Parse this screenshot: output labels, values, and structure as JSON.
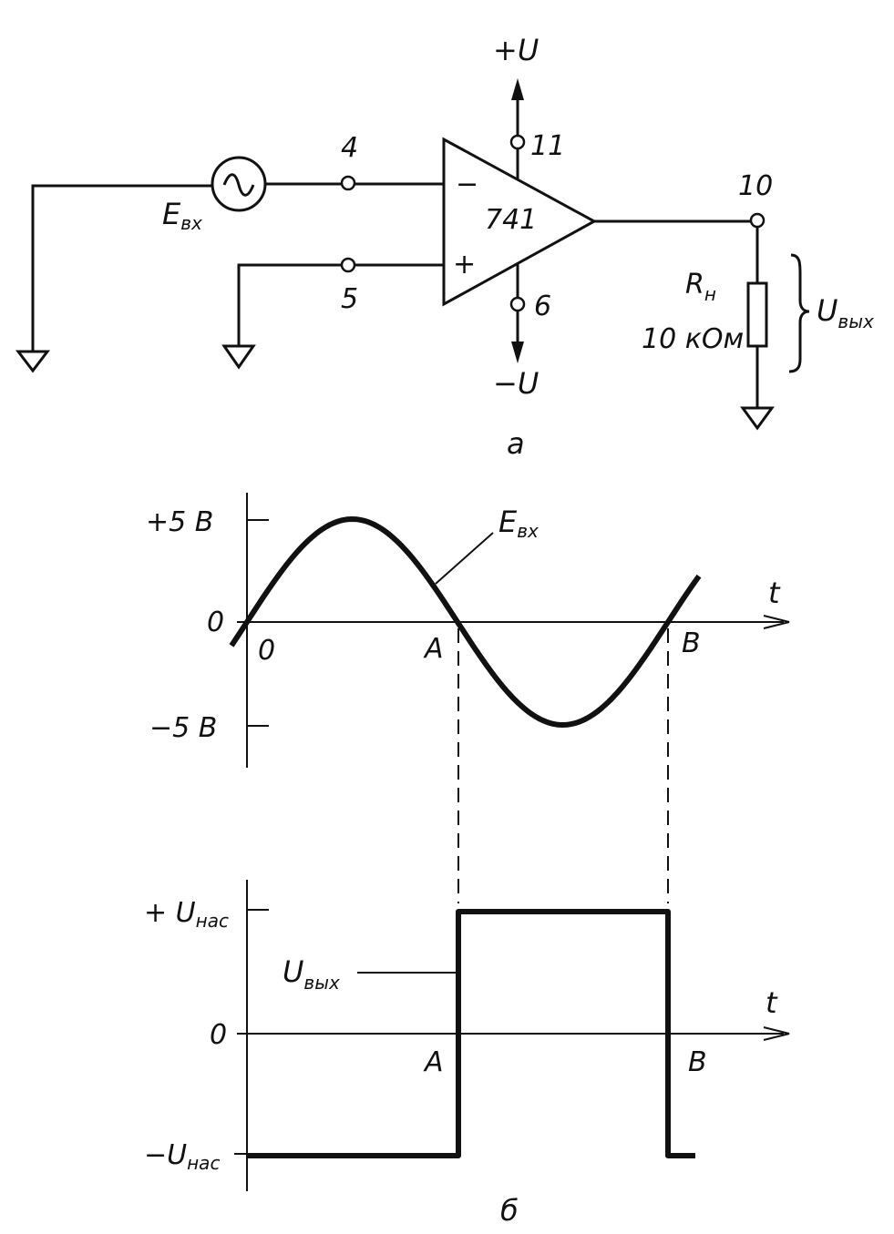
{
  "circuit": {
    "supply_pos": "+U",
    "supply_neg": "−U",
    "pin_11": "11",
    "pin_6": "6",
    "pin_4": "4",
    "pin_5": "5",
    "pin_10": "10",
    "opamp_label": "741",
    "minus_sign": "−",
    "plus_sign": "+",
    "source_label_main": "E",
    "source_label_sub": "вх",
    "resistor_label_main": "R",
    "resistor_label_sub": "н",
    "resistor_value": "10 кОм",
    "output_label_main": "U",
    "output_label_sub": "вых",
    "caption": "а"
  },
  "chart_data": [
    {
      "type": "line",
      "series": [
        {
          "name": "Eвх",
          "function": "sine",
          "amplitude": 5,
          "start_phase": 0,
          "cycles": 1
        }
      ],
      "x_ticks": [
        "0",
        "A",
        "B"
      ],
      "y_ticks": [
        "+5 В",
        "0",
        "−5 В"
      ],
      "y_values": [
        5,
        0,
        -5
      ],
      "xlabel": "t",
      "series_label_main": "E",
      "series_label_sub": "вх"
    },
    {
      "type": "line",
      "series": [
        {
          "name": "Uвых",
          "x": [
            "0",
            "A",
            "A",
            "B",
            "B"
          ],
          "y": [
            -1,
            -1,
            1,
            1,
            -1
          ]
        }
      ],
      "x_ticks": [
        "A",
        "B"
      ],
      "y_tick_zero": "0",
      "y_pos_main": "+ U",
      "y_pos_sub": "нас",
      "y_neg_main": "−U",
      "y_neg_sub": "нас",
      "xlabel": "t",
      "series_label_main": "U",
      "series_label_sub": "вых"
    }
  ],
  "caption_b": "б"
}
